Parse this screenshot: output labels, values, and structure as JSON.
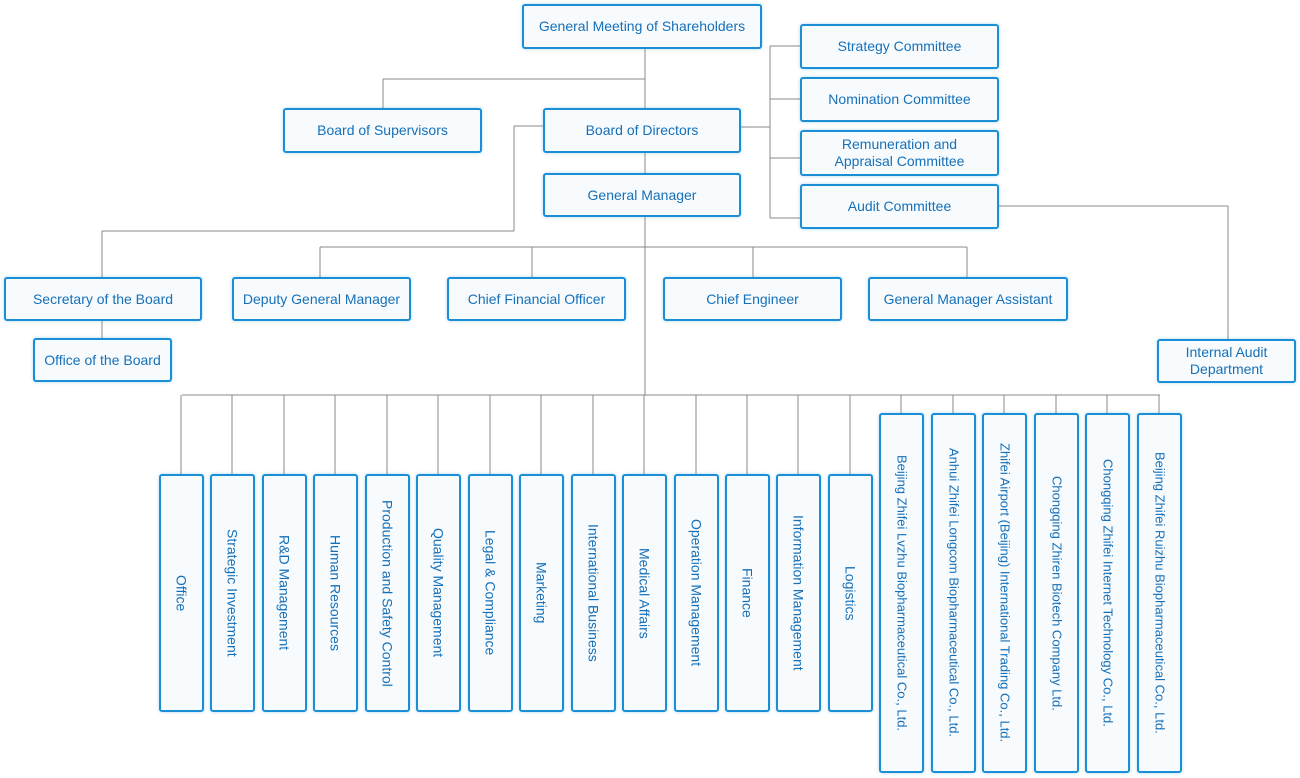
{
  "nodes": {
    "shareholders": "General Meeting of Shareholders",
    "strategy": "Strategy Committee",
    "nomination": "Nomination Committee",
    "remuneration": "Remuneration and Appraisal Committee",
    "audit_committee": "Audit Committee",
    "supervisors": "Board of Supervisors",
    "directors": "Board of Directors",
    "general_manager": "General Manager",
    "secretary": "Secretary of the Board",
    "office_board": "Office of the Board",
    "deputy_gm": "Deputy General Manager",
    "cfo": "Chief Financial Officer",
    "chief_engineer": "Chief Engineer",
    "gm_assistant": "General Manager Assistant",
    "internal_audit": "Internal Audit Department"
  },
  "departments": [
    "Office",
    "Strategic Investment",
    "R&D Management",
    "Human Resources",
    "Production and Safety Control",
    "Quality Management",
    "Legal & Compliance",
    "Marketing",
    "International Business",
    "Medical Affairs",
    "Operation Management",
    "Finance",
    "Information Management",
    "Logistics"
  ],
  "subsidiaries": [
    "Beijing Zhifei Lvzhu Biopharmaceutical Co., Ltd.",
    "Anhui Zhifei Longcom Biopharmaceutical Co., Ltd.",
    "Zhifei Airport (Beijing) International Trading Co., Ltd.",
    "Chongqing Zhiren Biotech Company Ltd.",
    "Chongqing Zhifei Internet Technology Co., Ltd.",
    "Beijing Zhifei Ruizhu Biopharmaceutical Co., Ltd."
  ]
}
